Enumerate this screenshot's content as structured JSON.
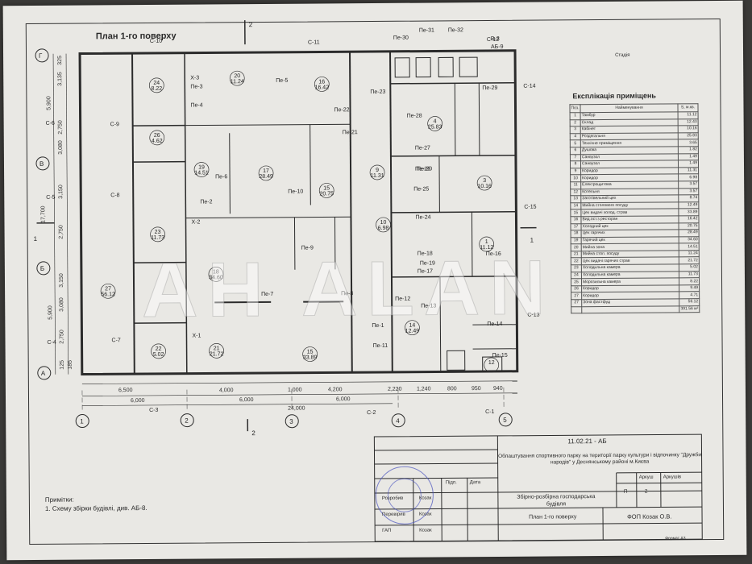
{
  "plan_title": "План 1-го поверху",
  "watermark": "AH ALAN",
  "axes_letters": [
    "Г",
    "В",
    "Б",
    "А"
  ],
  "axes_numbers": [
    "1",
    "2",
    "3",
    "4",
    "5"
  ],
  "section_marks": [
    "1",
    "2",
    "1",
    "2"
  ],
  "rooms": [
    {
      "num": "24",
      "area": "8.22"
    },
    {
      "num": "20",
      "area": "11.24"
    },
    {
      "num": "16",
      "area": "16.42"
    },
    {
      "num": "26",
      "area": "4.62"
    },
    {
      "num": "19",
      "area": "14.51"
    },
    {
      "num": "17",
      "area": "28.49"
    },
    {
      "num": "15",
      "area": "20.75"
    },
    {
      "num": "23",
      "area": "11.73"
    },
    {
      "num": "18",
      "area": "34.60"
    },
    {
      "num": "27",
      "area": "56.12"
    },
    {
      "num": "22",
      "area": "5.02"
    },
    {
      "num": "21",
      "area": "21.72"
    },
    {
      "num": "15",
      "area": "33.89"
    },
    {
      "num": "9",
      "area": "11.31"
    },
    {
      "num": "4",
      "area": "25.83"
    },
    {
      "num": "3",
      "area": "10.16"
    },
    {
      "num": "10",
      "area": "6.98"
    },
    {
      "num": "1",
      "area": "11.12"
    },
    {
      "num": "14",
      "area": "12.49"
    },
    {
      "num": "12",
      "area": ""
    }
  ],
  "labels": [
    "С-11",
    "С-10",
    "С-12",
    "С-14",
    "С-15",
    "С-13",
    "С-9",
    "С-8",
    "С-7",
    "С-6",
    "С-5",
    "С-4",
    "С-3",
    "С-2",
    "С-1",
    "В-3",
    "АБ-9",
    "Х-1",
    "Х-2",
    "Х-3",
    "Пе-1",
    "Пе-2",
    "Пе-3",
    "Пе-4",
    "Пе-5",
    "Пе-6",
    "Пе-7",
    "Пе-8",
    "Пе-9",
    "Пе-10",
    "Пе-11",
    "Пе-12",
    "Пе-13",
    "Пе-14",
    "Пе-15",
    "Пе-16",
    "Пе-17",
    "Пе-18",
    "Пе-19",
    "Пе-20",
    "Пе-21",
    "Пе-22",
    "Пе-23",
    "Пе-24",
    "Пе-25",
    "Пе-26",
    "Пе-27",
    "Пе-28",
    "Пе-29",
    "Пе-30",
    "Пе-31",
    "Пе-32"
  ],
  "dims_bottom": [
    "6,500",
    "6,000",
    "4,000",
    "6,000",
    "1,000",
    "4,200",
    "6,000",
    "24,000",
    "2,220",
    "1,240",
    "800",
    "950",
    "940"
  ],
  "dims_left": [
    "325",
    "3,135",
    "5,900",
    "2,750",
    "3,080",
    "3,150",
    "17,700",
    "2,750",
    "5,900",
    "3,150",
    "3,080",
    "2,750",
    "125",
    "185"
  ],
  "explication": {
    "title": "Експлікація приміщень",
    "headers": [
      "Поз.",
      "Найменування",
      "S, м.кв."
    ],
    "rows": [
      [
        "1",
        "Тамбур",
        "11.12"
      ],
      [
        "2",
        "Склад",
        "12.43"
      ],
      [
        "3",
        "Кабінет",
        "10.16"
      ],
      [
        "4",
        "Роздягальня",
        "25.83"
      ],
      [
        "5",
        "Технічне приміщення",
        "3.65"
      ],
      [
        "6",
        "Душова",
        "1.82"
      ],
      [
        "7",
        "Санвузол",
        "1.49"
      ],
      [
        "8",
        "Санвузол",
        "1.49"
      ],
      [
        "9",
        "Коридор",
        "11.31"
      ],
      [
        "10",
        "Коридор",
        "6.98"
      ],
      [
        "11",
        "Електрощитова",
        "3.57"
      ],
      [
        "12",
        "Котельня",
        "3.57"
      ],
      [
        "13",
        "Заготівельний цех",
        "8.74"
      ],
      [
        "14",
        "Мийна столового посуду",
        "12.49"
      ],
      [
        "15",
        "Цех видачі холод. страв",
        "33.89"
      ],
      [
        "16",
        "Вид.ост.з ресторан",
        "16.42"
      ],
      [
        "17",
        "Холодний цех",
        "20.75"
      ],
      [
        "18",
        "Цех гарячих",
        "28.49"
      ],
      [
        "19",
        "Гарячий цех",
        "34.60"
      ],
      [
        "20",
        "Мийна зона",
        "14.51"
      ],
      [
        "21",
        "Мийна стол. посуду",
        "11.24"
      ],
      [
        "22",
        "Цех видачі гарячих страв",
        "21.72"
      ],
      [
        "23",
        "Холодильна камера",
        "5.02"
      ],
      [
        "24",
        "Холодильна камера",
        "11.73"
      ],
      [
        "25",
        "Морозильна камера",
        "8.22"
      ],
      [
        "26",
        "Коридор",
        "9.49"
      ],
      [
        "27",
        "Коридор",
        "4.71"
      ],
      [
        "27",
        "Зона фастфуд",
        "56.12"
      ]
    ],
    "total": "391.56 м²"
  },
  "stamp": {
    "code": "11.02.21 - АБ",
    "description": "Облаштування спортивного парку на території парку культури і відпочинку \"Дружби народів\" у Деснянському районі м.Києва",
    "object": "Збірно-розбірна господарська будівля",
    "stage_hdr": "Стадія",
    "sheet_hdr": "Аркуш",
    "sheets_hdr": "Аркушів",
    "stage": "П",
    "sheet": "2",
    "sheet_name": "План 1-го поверху",
    "org": "ФОП Козак О.В.",
    "cols": [
      "Підп.",
      "Дата"
    ],
    "roles": [
      {
        "role": "Розробив",
        "name": "Козак"
      },
      {
        "role": "Перевірив",
        "name": "Козак"
      },
      {
        "role": "ГАП",
        "name": "Козак"
      }
    ],
    "format": "Формат А3"
  },
  "notes": {
    "title": "Примітки:",
    "line1": "1. Схему збірки будівлі, див. АБ-8."
  }
}
